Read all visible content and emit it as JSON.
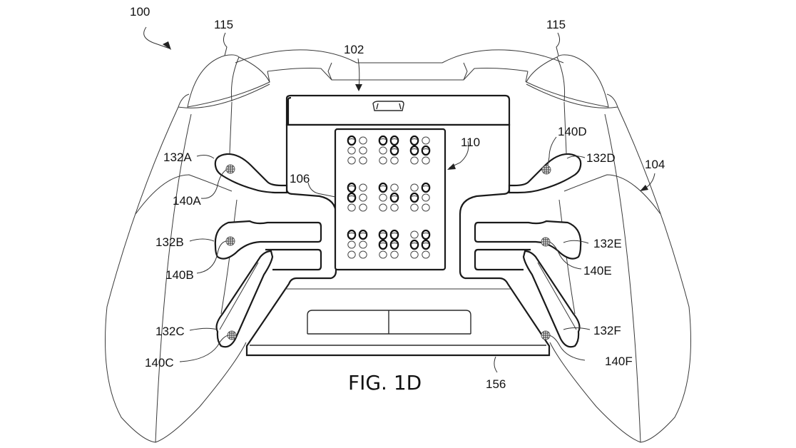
{
  "figure": {
    "caption": "FIG. 1D",
    "reference_labels": {
      "device": "100",
      "module": "102",
      "controller_body": "104",
      "braille_display": "106",
      "display_assembly": "110",
      "shoulder_left": "115",
      "shoulder_right": "115",
      "bottom_plate": "156",
      "paddle_a": "132A",
      "paddle_b": "132B",
      "paddle_c": "132C",
      "paddle_d": "132D",
      "paddle_e": "132E",
      "paddle_f": "132F",
      "pin_a": "140A",
      "pin_b": "140B",
      "pin_c": "140C",
      "pin_d": "140D",
      "pin_e": "140E",
      "pin_f": "140F"
    },
    "braille_cells": [
      [
        [
          1
        ],
        [
          1,
          4,
          5
        ],
        [
          1,
          2,
          5
        ]
      ],
      [
        [
          1,
          2
        ],
        [
          1,
          5
        ],
        [
          2,
          4
        ]
      ],
      [
        [
          1,
          4
        ],
        [
          1,
          2,
          4,
          5
        ],
        [
          2,
          4,
          5
        ]
      ]
    ]
  }
}
